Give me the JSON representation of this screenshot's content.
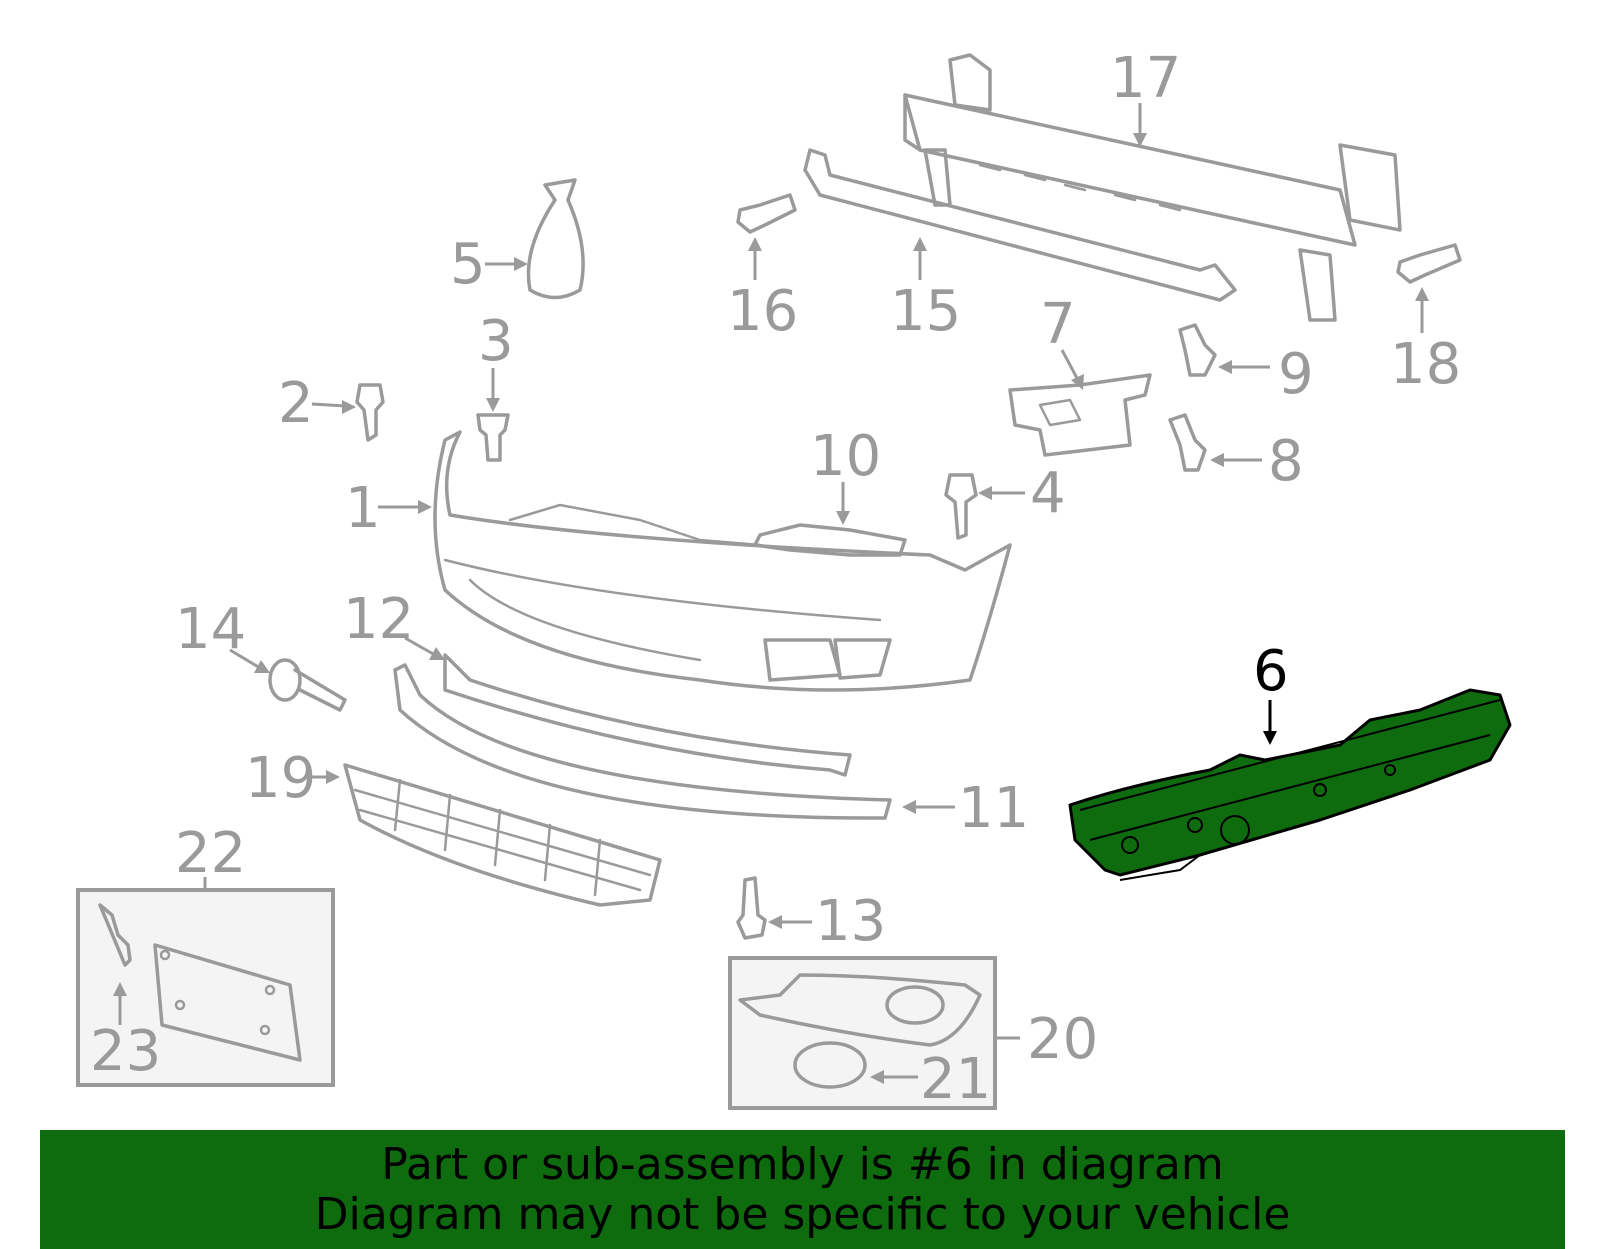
{
  "callouts": {
    "c1": "1",
    "c2": "2",
    "c3": "3",
    "c4": "4",
    "c5": "5",
    "c6": "6",
    "c7": "7",
    "c8": "8",
    "c9": "9",
    "c10": "10",
    "c11": "11",
    "c12": "12",
    "c13": "13",
    "c14": "14",
    "c15": "15",
    "c16": "16",
    "c17": "17",
    "c18": "18",
    "c19": "19",
    "c20": "20",
    "c21": "21",
    "c22": "22",
    "c23": "23"
  },
  "highlighted_callout": "6",
  "colors": {
    "highlight": "#0e6b0e",
    "part_line": "#9a9a9a"
  },
  "banner": {
    "line1": "Part or sub-assembly is #6 in diagram",
    "line2": "Diagram may not be specific to your vehicle"
  }
}
